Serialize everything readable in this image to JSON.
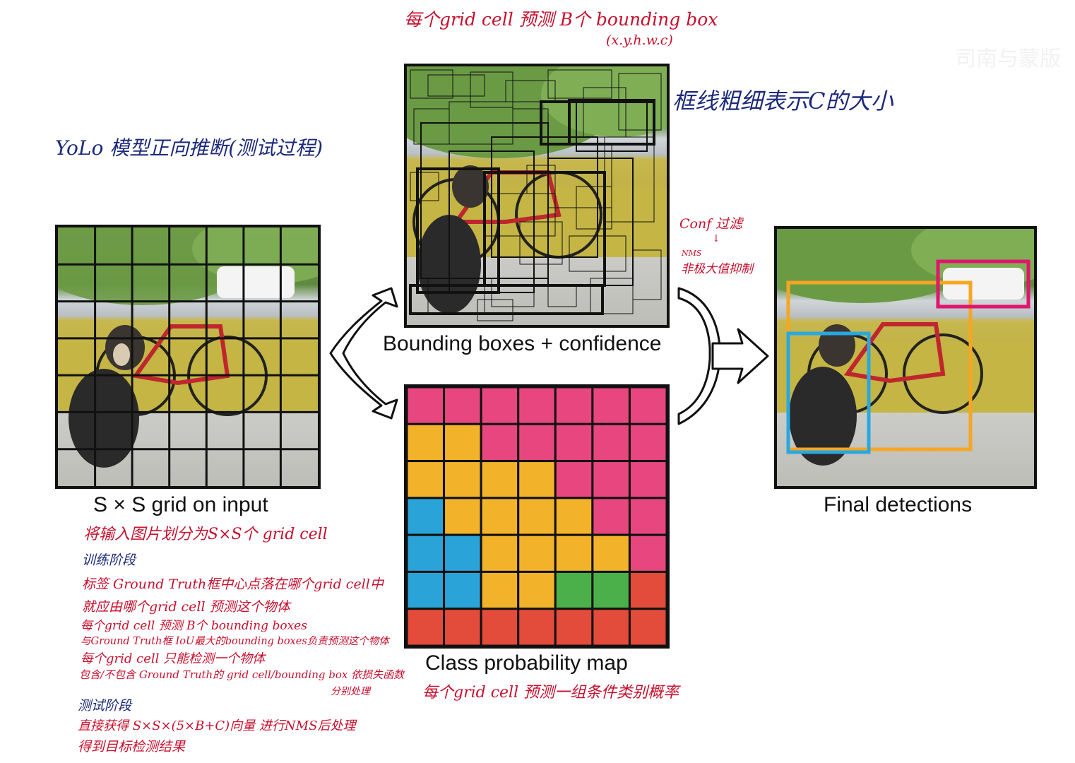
{
  "top_note_line1": "每个grid cell 预测 B个 bounding box",
  "top_note_line2": "(x.y.h.w.c)",
  "thickness_note": "框线粗细表示C的大小",
  "title": "YoLo 模型正向推断(测试过程)",
  "conf_filter": "Conf 过滤",
  "nms_label": "NMS",
  "nms_desc": "非极大值抑制",
  "watermark": "司南与蒙版",
  "captions": {
    "input": "S × S grid on input",
    "bboxes": "Bounding boxes + confidence",
    "class_map": "Class probability map",
    "final": "Final detections"
  },
  "input_note": "将输入图片划分为S×S个 grid cell",
  "class_map_note": "每个grid cell 预测一组条件类别概率",
  "training": {
    "heading": "训练阶段",
    "lines": [
      "标签 Ground Truth框中心点落在哪个grid cell中",
      "就应由哪个grid cell 预测这个物体",
      "每个grid cell 预测 B个 bounding boxes",
      "与Ground Truth框 IoU最大的bounding boxes负责预测这个物体",
      "每个grid cell 只能检测一个物体",
      "包含/不包含 Ground Truth的 grid cell/bounding box 依损失函数",
      "分别处理"
    ]
  },
  "testing": {
    "heading": "测试阶段",
    "lines": [
      "直接获得 S×S×(5×B+C)向量 进行NMS后处理",
      "得到目标检测结果"
    ]
  },
  "colors": {
    "red_ink": "#c8102e",
    "blue_ink": "#1d2a7a",
    "box_orange": "#f5a623",
    "box_blue": "#29a8e0",
    "box_pink": "#e0156e",
    "cell_pink": "#e8467e",
    "cell_yellow": "#f2b32a",
    "cell_blue": "#2aa3d8",
    "cell_green": "#4bb04a",
    "cell_red": "#e34b3a"
  },
  "class_grid": [
    [
      "P",
      "P",
      "P",
      "P",
      "P",
      "P",
      "P"
    ],
    [
      "Y",
      "Y",
      "P",
      "P",
      "P",
      "P",
      "P"
    ],
    [
      "Y",
      "Y",
      "Y",
      "Y",
      "P",
      "P",
      "P"
    ],
    [
      "B",
      "Y",
      "Y",
      "Y",
      "Y",
      "P",
      "P"
    ],
    [
      "B",
      "B",
      "Y",
      "Y",
      "Y",
      "Y",
      "P"
    ],
    [
      "B",
      "B",
      "Y",
      "Y",
      "G",
      "G",
      "R"
    ],
    [
      "R",
      "R",
      "R",
      "R",
      "R",
      "R",
      "R"
    ]
  ]
}
